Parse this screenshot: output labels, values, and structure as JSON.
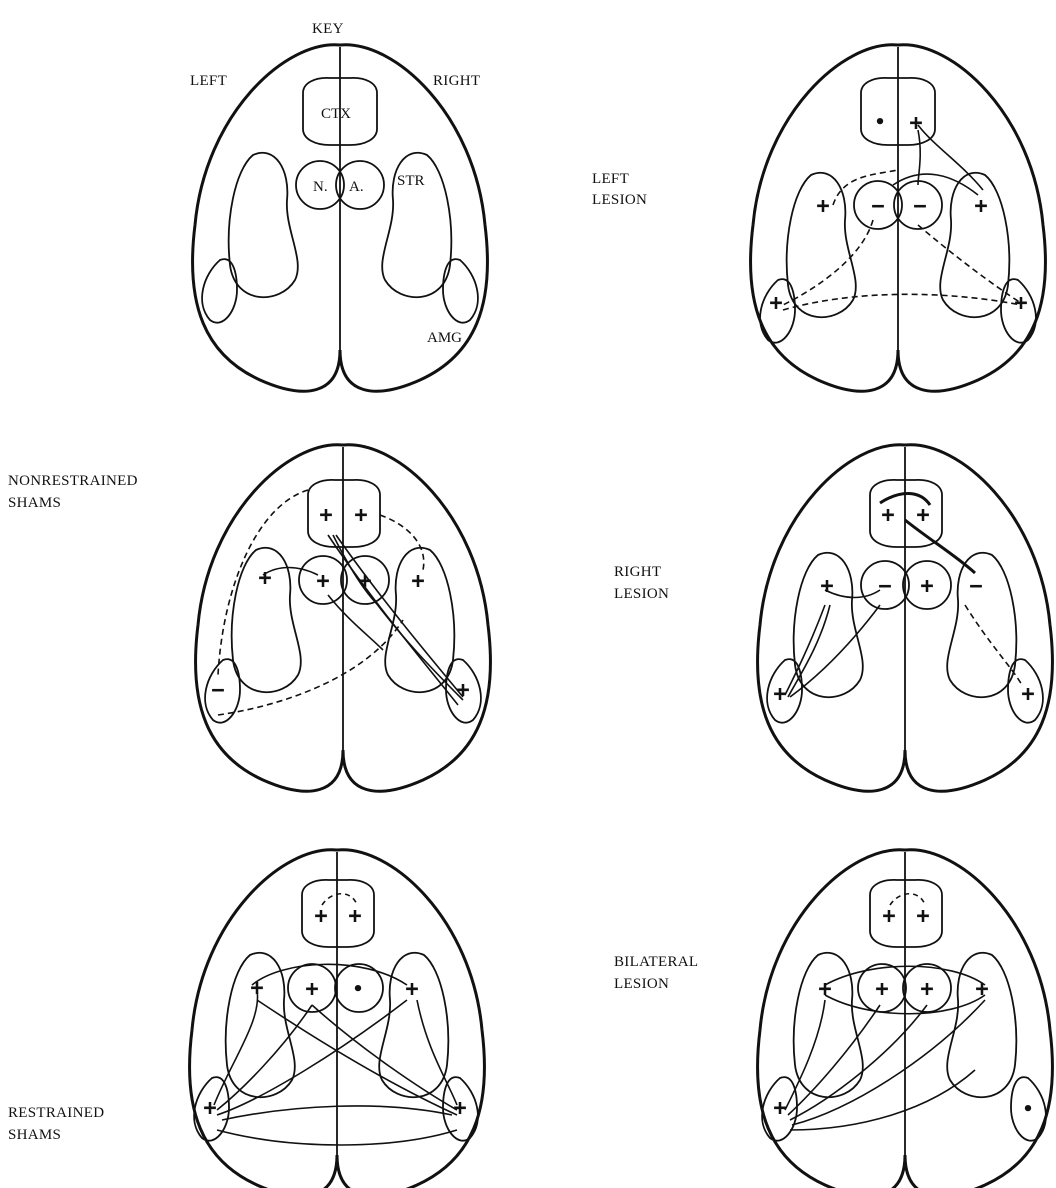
{
  "key": {
    "title": "KEY",
    "left": "LEFT",
    "right": "RIGHT",
    "regions": {
      "ctx": "CTX",
      "na_left": "N.",
      "na_right": "A.",
      "str": "STR",
      "amg": "AMG"
    }
  },
  "panels": {
    "left_lesion": {
      "label": [
        "LEFT",
        "LESION"
      ],
      "signs": {
        "ctx_l": "•",
        "ctx_r": "+",
        "str_l": "+",
        "na_l": "−",
        "na_r": "−",
        "str_r": "+",
        "amg_l": "+",
        "amg_r": "+"
      }
    },
    "nonrestrained_shams": {
      "label": [
        "NONRESTRAINED",
        "SHAMS"
      ],
      "signs": {
        "ctx_l": "+",
        "ctx_r": "+",
        "str_l": "+",
        "na_l": "+",
        "na_r": "+",
        "str_r": "+",
        "amg_l": "−",
        "amg_r": "+"
      }
    },
    "right_lesion": {
      "label": [
        "RIGHT",
        "LESION"
      ],
      "signs": {
        "ctx_l": "+",
        "ctx_r": "+",
        "str_l": "+",
        "na_l": "−",
        "na_r": "+",
        "str_r": "−",
        "amg_l": "+",
        "amg_r": "+"
      }
    },
    "restrained_shams": {
      "label": [
        "RESTRAINED",
        "SHAMS"
      ],
      "signs": {
        "ctx_l": "+",
        "ctx_r": "+",
        "str_l": "+",
        "na_l": "+",
        "na_r": "•",
        "str_r": "+",
        "amg_l": "+",
        "amg_r": "+"
      }
    },
    "bilateral_lesion": {
      "label": [
        "BILATERAL",
        "LESION"
      ],
      "signs": {
        "ctx_l": "+",
        "ctx_r": "+",
        "str_l": "+",
        "na_l": "+",
        "na_r": "+",
        "str_r": "+",
        "amg_l": "+",
        "amg_r": "•"
      }
    }
  }
}
